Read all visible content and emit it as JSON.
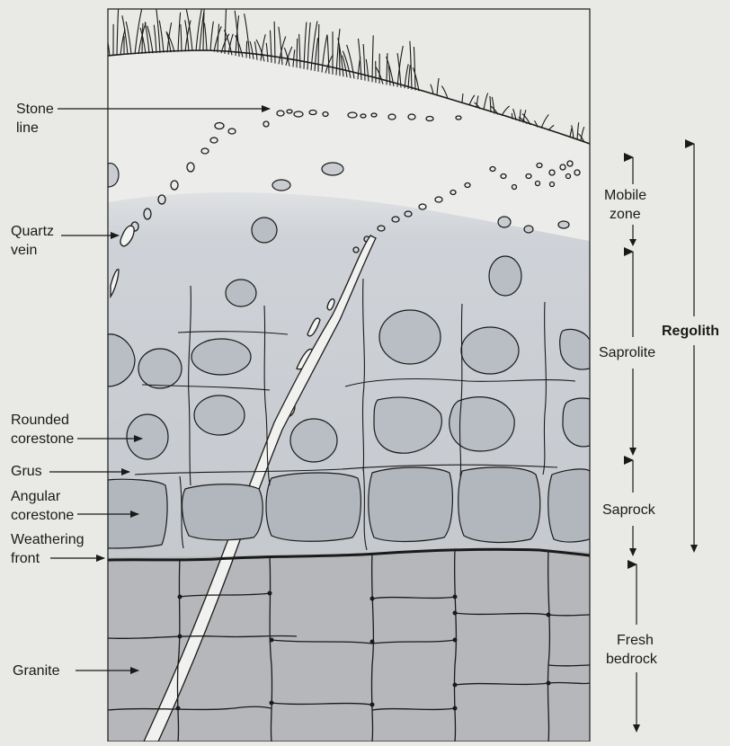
{
  "left_labels": {
    "stone_line": [
      "Stone",
      "line"
    ],
    "quartz_vein": [
      "Quartz",
      "vein"
    ],
    "rounded_corestone": [
      "Rounded",
      "corestone"
    ],
    "grus": [
      "Grus"
    ],
    "angular_corestone": [
      "Angular",
      "corestone"
    ],
    "weathering_front": [
      "Weathering",
      "front"
    ],
    "granite": [
      "Granite"
    ]
  },
  "zones": {
    "mobile_zone": [
      "Mobile",
      "zone"
    ],
    "saprolite": [
      "Saprolite"
    ],
    "saprock": [
      "Saprock"
    ],
    "fresh_bedrock": [
      "Fresh",
      "bedrock"
    ]
  },
  "regolith": "Regolith",
  "colors": {
    "background": "#e9e9e6",
    "soil": "#ececea",
    "saprolite": "#c9cdd3",
    "saprock": "#c2c6cc",
    "bedrock": "#b5b7ba",
    "line": "#1a1a1a"
  }
}
